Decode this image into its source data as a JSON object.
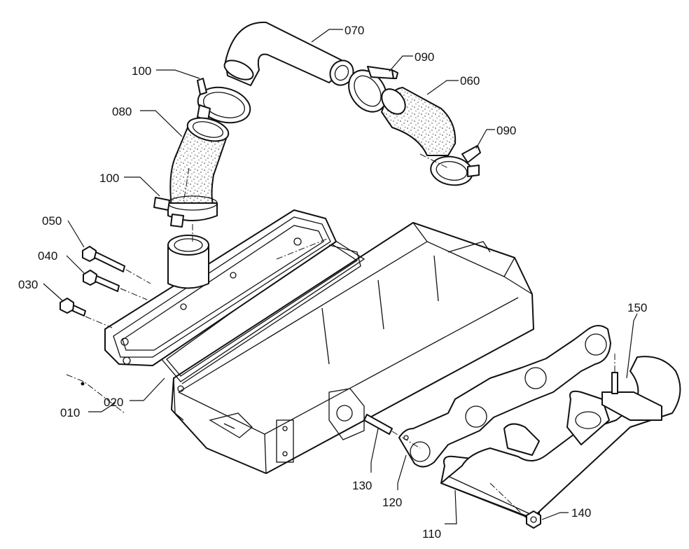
{
  "callouts": [
    {
      "id": "010",
      "text": "010"
    },
    {
      "id": "020",
      "text": "020"
    },
    {
      "id": "030",
      "text": "030"
    },
    {
      "id": "040",
      "text": "040"
    },
    {
      "id": "050",
      "text": "050"
    },
    {
      "id": "060",
      "text": "060"
    },
    {
      "id": "070",
      "text": "070"
    },
    {
      "id": "080",
      "text": "080"
    },
    {
      "id": "090a",
      "text": "090"
    },
    {
      "id": "090b",
      "text": "090"
    },
    {
      "id": "100a",
      "text": "100"
    },
    {
      "id": "100b",
      "text": "100"
    },
    {
      "id": "110",
      "text": "110"
    },
    {
      "id": "120",
      "text": "120"
    },
    {
      "id": "130",
      "text": "130"
    },
    {
      "id": "140",
      "text": "140"
    },
    {
      "id": "150",
      "text": "150"
    }
  ]
}
